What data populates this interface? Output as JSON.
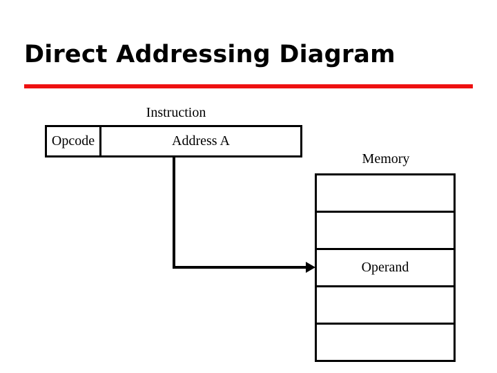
{
  "slide": {
    "title": "Direct Addressing Diagram",
    "accent_color": "#EE1111",
    "line_color": "#000000",
    "background_color": "#FFFFFF"
  },
  "instruction": {
    "label": "Instruction",
    "opcode_label": "Opcode",
    "address_label": "Address A"
  },
  "memory": {
    "label": "Memory",
    "cells": [
      {
        "text": ""
      },
      {
        "text": ""
      },
      {
        "text": "Operand"
      },
      {
        "text": ""
      },
      {
        "text": ""
      }
    ]
  },
  "connector": {
    "name": "address-to-operand-arrow",
    "from": "Address A",
    "to": "Operand"
  }
}
